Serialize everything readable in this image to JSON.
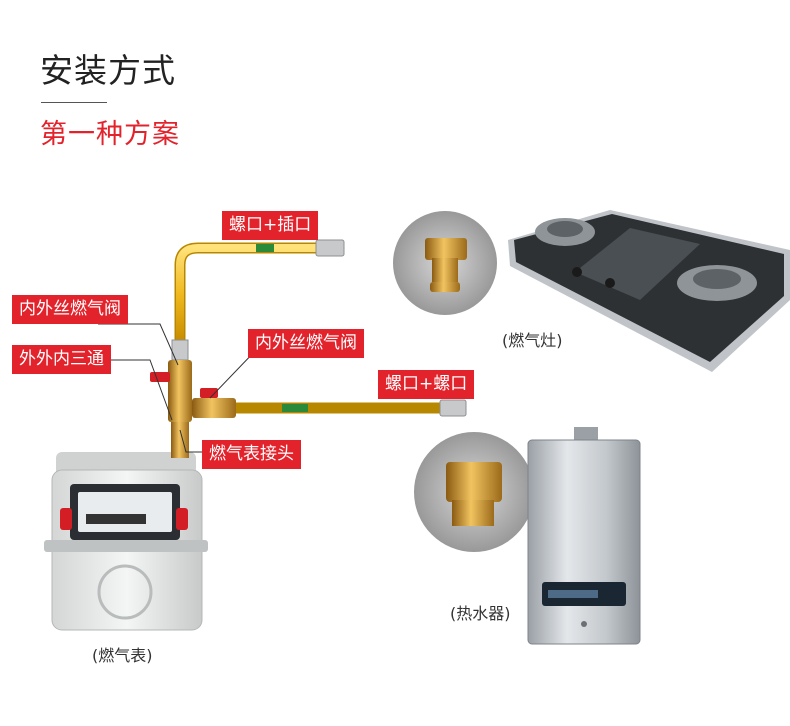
{
  "header": {
    "title": "安装方式",
    "subtitle": "第一种方案"
  },
  "labels": {
    "socket_plug": "螺口+插口",
    "valve_left": "内外丝燃气阀",
    "tee": "外外内三通",
    "valve_right": "内外丝燃气阀",
    "socket_socket": "螺口+螺口",
    "meter_joint": "燃气表接头"
  },
  "captions": {
    "stove": "(燃气灶)",
    "heater": "(热水器)",
    "meter": "(燃气表)"
  },
  "colors": {
    "accent": "#e3232c",
    "hose": "#f0b91e",
    "brass": "#c8962a"
  }
}
